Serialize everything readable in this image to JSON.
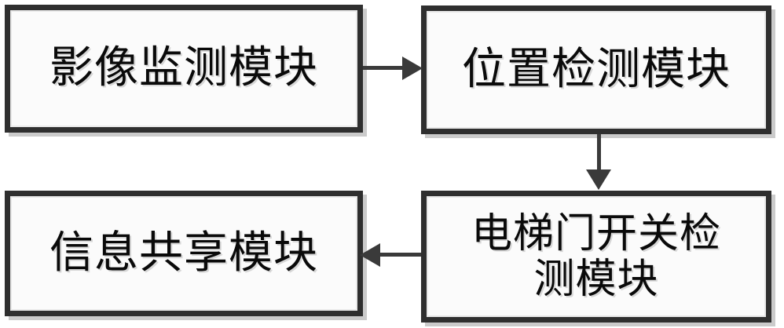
{
  "diagram": {
    "type": "flow-block-diagram",
    "orientation": "2x2-grid",
    "nodes": [
      {
        "id": "image-monitor",
        "label": "影像监测模块"
      },
      {
        "id": "position-detect",
        "label": "位置检测模块"
      },
      {
        "id": "door-detect",
        "label": "电梯门开关检\n测模块"
      },
      {
        "id": "info-share",
        "label": "信息共享模块"
      }
    ],
    "edges": [
      {
        "id": "monitor-to-position",
        "from": "image-monitor",
        "to": "position-detect",
        "direction": "right"
      },
      {
        "id": "position-to-door",
        "from": "position-detect",
        "to": "door-detect",
        "direction": "down"
      },
      {
        "id": "door-to-info",
        "from": "door-detect",
        "to": "info-share",
        "direction": "left"
      }
    ],
    "colors": {
      "box_border": "#2f2f2f",
      "box_fill": "#fbfbfb",
      "text": "#0a0a0a",
      "connector": "#3a3a3a",
      "shadow": "#a0a0a0",
      "background": "#ffffff"
    }
  }
}
